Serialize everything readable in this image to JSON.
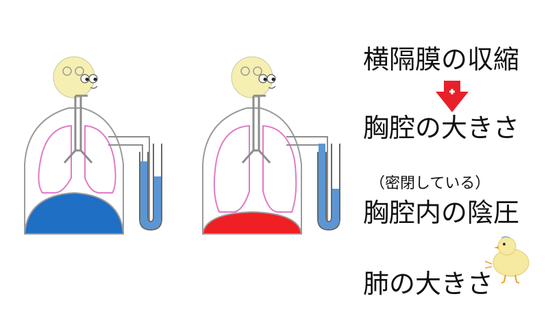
{
  "labels": {
    "diaphragm": "横隔膜の収縮",
    "chest_size": "胸腔の大きさ",
    "sealed_note": "（密閉している）",
    "negative_pressure": "胸腔内の陰圧",
    "lung_size": "肺の大きさ"
  },
  "arrow": {
    "symbol": "+",
    "color": "#e8202a"
  },
  "colors": {
    "diaphragm_relaxed": "#1f6fc4",
    "diaphragm_contracted": "#f01f24",
    "manometer_liquid": "#5a96d6",
    "lung_outline": "#e07ac6",
    "jar_outline": "#9a9a9a",
    "face": "#f6efb2"
  },
  "icons": {
    "face": "smiley-face-icon",
    "chick": "chick-icon",
    "arrow": "down-arrow-plus-icon"
  }
}
